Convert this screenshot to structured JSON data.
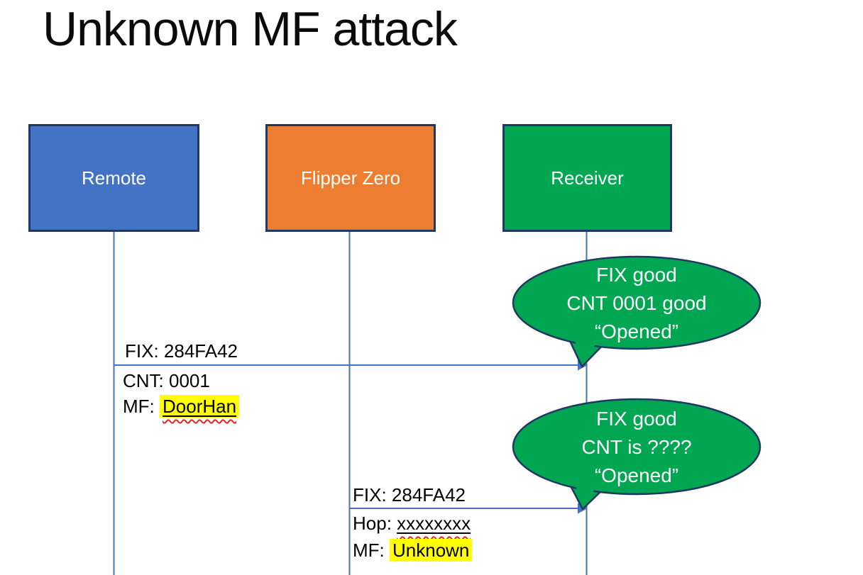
{
  "title": "Unknown MF attack",
  "actors": [
    {
      "label": "Remote"
    },
    {
      "label": "Flipper Zero"
    },
    {
      "label": "Receiver"
    }
  ],
  "messages": [
    {
      "line1": "FIX: 284FA42",
      "line2": "CNT: 0001",
      "line3_prefix": "MF: ",
      "line3_value": "DoorHan"
    },
    {
      "line1": "FIX: 284FA42",
      "line2_prefix": "Hop: ",
      "line2_value": "xxxxxxxx",
      "line3_prefix": "MF: ",
      "line3_value": "Unknown"
    }
  ],
  "callouts": [
    {
      "line1": "FIX good",
      "line2": "CNT 0001 good",
      "line3": "“Opened”"
    },
    {
      "line1": "FIX good",
      "line2": "CNT is ????",
      "line3": "“Opened”"
    }
  ],
  "colors": {
    "remote_fill": "#4472C4",
    "flipper_fill": "#ED7D31",
    "receiver_fill": "#00A651",
    "callout_fill": "#00A651",
    "shape_outline": "#1F3864",
    "connector_blue": "#4472C4",
    "highlight_yellow": "#FFFF00",
    "spellcheck_red": "#E5261F",
    "text_black": "#000000",
    "text_white": "#FFFFFF"
  }
}
